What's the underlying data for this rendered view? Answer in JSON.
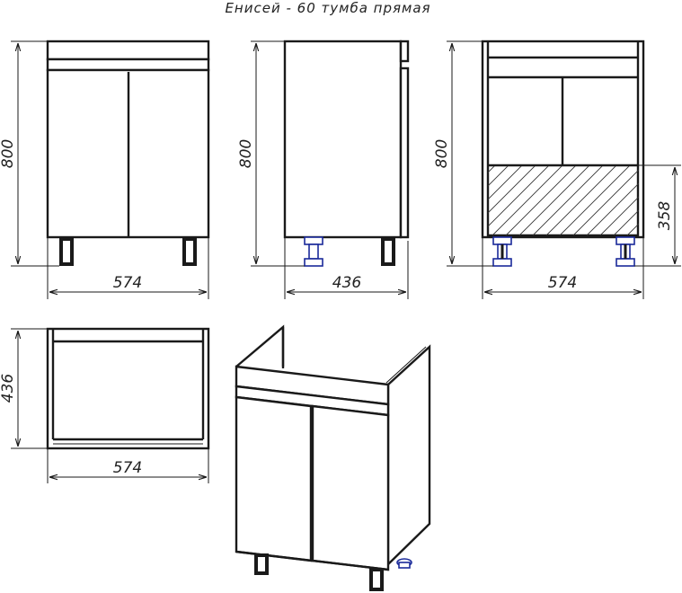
{
  "title": "Енисей - 60 тумба прямая",
  "dimensions": {
    "front_height": "800",
    "front_width": "574",
    "side_height": "800",
    "side_depth": "436",
    "back_height": "800",
    "back_cutout_height": "358",
    "back_width": "574",
    "top_depth": "436",
    "top_width": "574"
  },
  "colors": {
    "line": "#1a1a1a",
    "adjustable_foot": "#1a2a9a"
  }
}
